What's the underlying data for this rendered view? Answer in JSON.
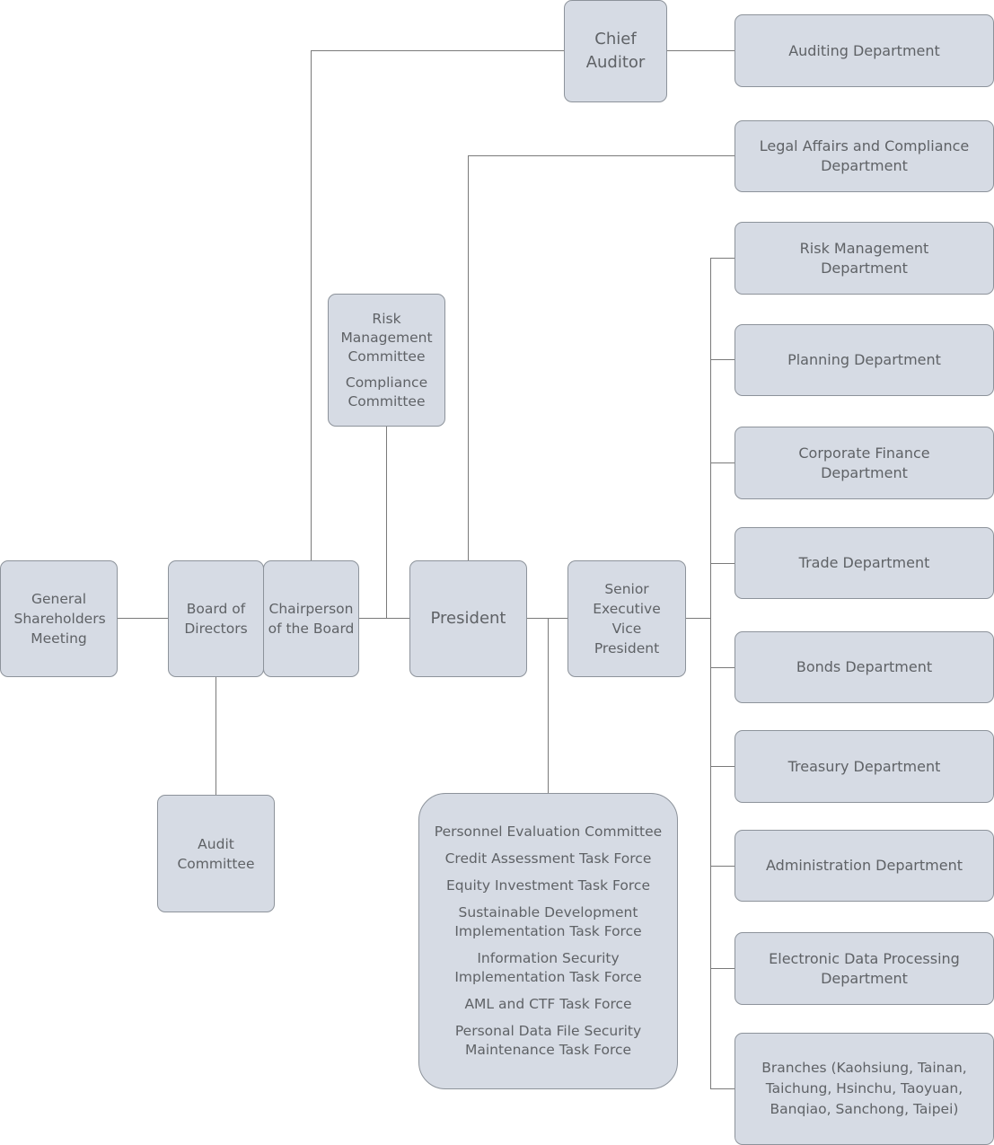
{
  "diagram": {
    "nodes": {
      "general_shareholders": "General Shareholders Meeting",
      "board_of_directors": "Board of Directors",
      "chairperson": "Chairperson of the Board",
      "audit_committee": "Audit Committee",
      "board_committees": [
        "Risk Management Committee",
        "Compliance Committee"
      ],
      "chief_auditor": "Chief Auditor",
      "president": "President",
      "senior_evp": "Senior Executive Vice President",
      "president_committees": [
        "Personnel Evaluation Committee",
        "Credit Assessment Task Force",
        "Equity Investment Task Force",
        "Sustainable Development Implementation Task Force",
        "Information Security Implementation Task Force",
        "AML and CTF Task Force",
        "Personal Data File Security Maintenance Task Force"
      ],
      "departments": {
        "auditing": "Auditing Department",
        "legal": "Legal Affairs and Compliance Department",
        "risk_management": "Risk Management Department",
        "planning": "Planning Department",
        "corporate_finance": "Corporate Finance Department",
        "trade": "Trade Department",
        "bonds": "Bonds Department",
        "treasury": "Treasury Department",
        "administration": "Administration Department",
        "edp": "Electronic Data Processing Department",
        "branches": "Branches (Kaohsiung, Tainan, Taichung, Hsinchu, Taoyuan, Banqiao, Sanchong, Taipei)"
      }
    },
    "colors": {
      "node_fill": "#d6dbe4",
      "node_border": "#8d939b",
      "text": "#5f6266",
      "connector": "#7a7a7a"
    }
  }
}
